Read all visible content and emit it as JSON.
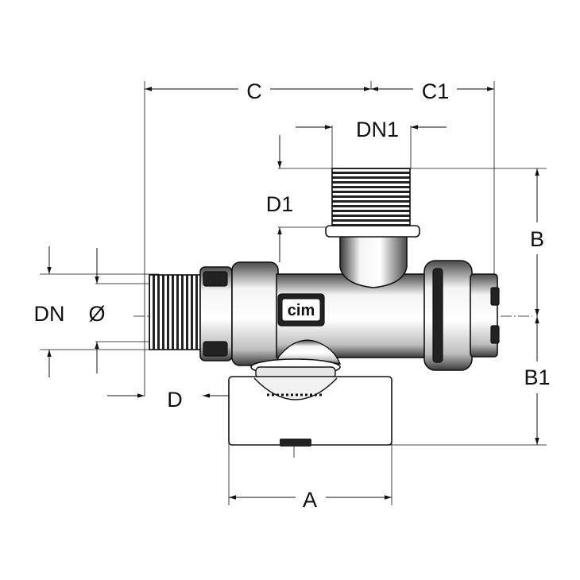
{
  "dimensions": {
    "C": "C",
    "C1": "C1",
    "DN1": "DN1",
    "D1": "D1",
    "B": "B",
    "B1": "B1",
    "DN": "DN",
    "diameter": "Ø",
    "D": "D",
    "A": "A"
  },
  "brand_mark": "cim",
  "colors": {
    "line": "#111111",
    "background": "#ffffff"
  }
}
